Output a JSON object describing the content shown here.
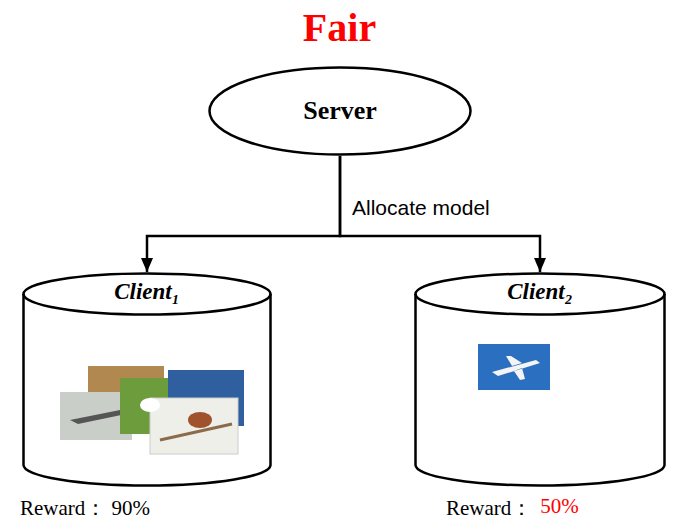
{
  "diagram": {
    "title": "Fair",
    "nodes": [
      {
        "text": [
          "Server"
        ]
      },
      {
        "text": [
          "Client₁"
        ]
      },
      {
        "text": [
          "Client₂"
        ]
      }
    ],
    "edges": [
      {
        "from": 0,
        "to": 1,
        "arrow": "to"
      },
      {
        "from": 0,
        "to": 2,
        "arrow": "to"
      }
    ],
    "labels": [
      "Allocate model",
      "Reward： 90%",
      "Reward：",
      "50%"
    ]
  }
}
